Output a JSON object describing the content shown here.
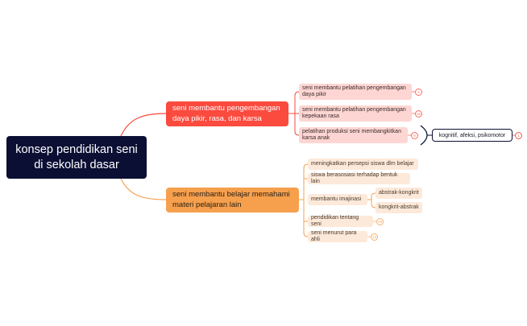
{
  "colors": {
    "root_bg": "#0b0f33",
    "branch_red": "#fb4a3e",
    "branch_orange": "#f6a04d",
    "leaf_pink": "#fdd6d3",
    "leaf_peach": "#fde9da",
    "background": "#ffffff"
  },
  "root": {
    "label": "konsep pendidikan seni di sekolah dasar"
  },
  "branches": [
    {
      "label": "seni membantu pengembangan daya pikir, rasa, dan karsa",
      "color": "#fb4a3e",
      "children": [
        {
          "label": "seni membantu pelatihan pengembangan daya pikir",
          "badge": "4"
        },
        {
          "label": "seni membantu pelatihan pengembangan kepekaan rasa",
          "badge": "15"
        },
        {
          "label": "pelatihan produksi seni membangkitkan karsa anak",
          "badge": "8"
        }
      ],
      "summary": {
        "label": "kognitif, afeksi, psikomotor",
        "badge": "1"
      }
    },
    {
      "label": "seni membantu belajar memahami materi pelajaran lain",
      "color": "#f6a04d",
      "children": [
        {
          "label": "meningkatkan persepsi siswa dlm belajar"
        },
        {
          "label": "siswa berasosiasi terhadap bentuk lain"
        },
        {
          "label": "membantu imajinasi",
          "children": [
            {
              "label": "abstrak-kongkrit"
            },
            {
              "label": "kongkrit-abstrak"
            }
          ]
        },
        {
          "label": "pendidikan tentang seni",
          "badge": "10"
        },
        {
          "label": "seni menurut para ahli",
          "badge": "12"
        }
      ]
    }
  ]
}
